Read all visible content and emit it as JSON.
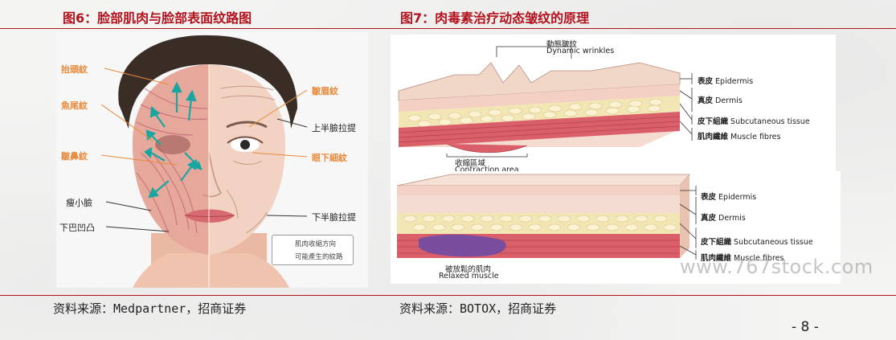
{
  "figure6": {
    "title": "图6：脸部肌肉与脸部表面纹路图",
    "source": "资料来源：Medpartner，招商证券",
    "labels": {
      "forehead": "抬頭紋",
      "crows_feet": "魚尾紋",
      "nose": "皺鼻紋",
      "frown": "皺眉紋",
      "upper_lift": "上半臉拉提",
      "under_eye": "眼下細紋",
      "slim_face": "瘦小臉",
      "chin": "下巴凹凸",
      "lower_lift": "下半臉拉提"
    },
    "legend": {
      "arrow": "肌肉收縮方向",
      "line": "可能產生的紋路"
    }
  },
  "figure7": {
    "title": "图7：肉毒素治疗动态皱纹的原理",
    "source": "资料来源：BOTOX，招商证券",
    "top": {
      "dynamic_cn": "動態皺紋",
      "dynamic_en": "Dynamic wrinkles",
      "contraction_cn": "收縮區域",
      "contraction_en": "Contraction area",
      "layers": [
        {
          "cn": "表皮",
          "en": "Epidermis"
        },
        {
          "cn": "真皮",
          "en": "Dermis"
        },
        {
          "cn": "皮下組織",
          "en": "Subcutaneous tissue"
        },
        {
          "cn": "肌肉纖維",
          "en": "Muscle fibres"
        }
      ]
    },
    "bottom": {
      "relaxed_cn": "被放鬆的肌肉",
      "relaxed_en": "Relaxed muscle",
      "layers": [
        {
          "cn": "表皮",
          "en": "Epidermis"
        },
        {
          "cn": "真皮",
          "en": "Dermis"
        },
        {
          "cn": "皮下組織",
          "en": "Subcutaneous tissue"
        },
        {
          "cn": "肌肉纖維",
          "en": "Muscle fibres"
        }
      ]
    }
  },
  "page_number": "- 8 -",
  "watermark": "www.767stock.com",
  "colors": {
    "accent_red": "#b3121c",
    "label_orange": "#e88a3a",
    "arrow_teal": "#1aa6a0",
    "muscle_red": "#d9606a",
    "fat_yellow": "#f3e6b5",
    "relaxed_purple": "#6a4aa8"
  }
}
